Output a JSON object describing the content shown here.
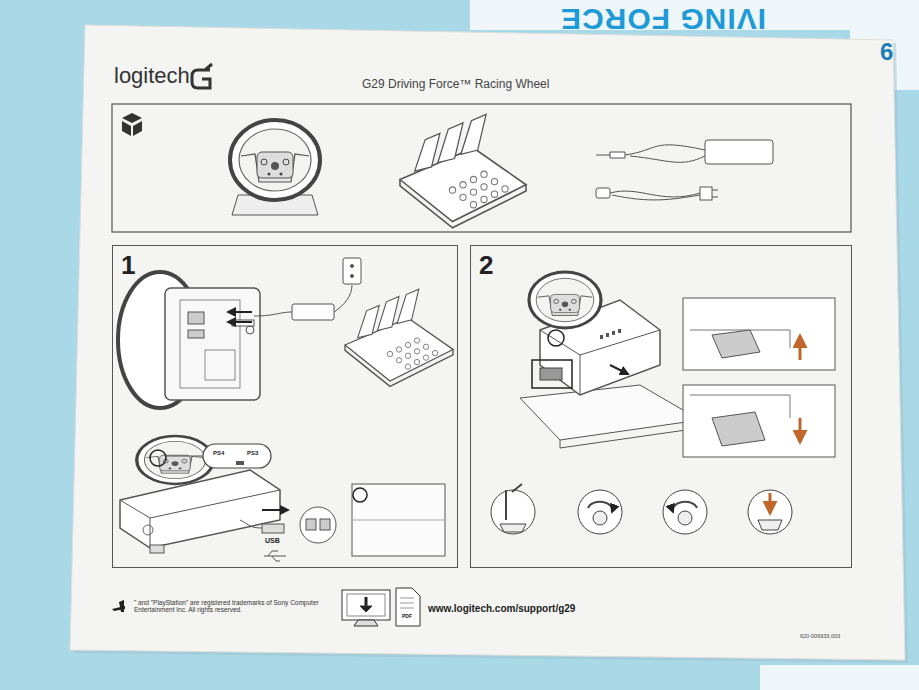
{
  "diagram": {
    "title": "G29 Driving Force™ Racing Wheel",
    "nodes": [
      {
        "text": [
          "1"
        ]
      },
      {
        "text": [
          "2"
        ]
      }
    ],
    "labels": [
      "IVING FORCE",
      "6",
      "logitech",
      "PS4",
      "PS3",
      "USB",
      "\" and \"PlayStation\" are registered trademarks of Sony Computer Entertainment Inc. All rights reserved.",
      "PDF",
      "www.logitech.com/support/g29",
      "620-006933.003"
    ]
  }
}
